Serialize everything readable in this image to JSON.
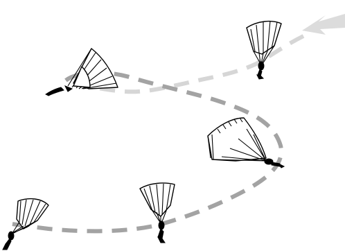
{
  "scene": {
    "description_free": true,
    "colors": {
      "background": "#ffffff",
      "ink": "#000000",
      "path_light": "#d4d4d4",
      "path_dark": "#9a9a9a",
      "arrow": "#d9d9d9"
    },
    "jumpers": [
      {
        "label": "jumper-1-top-right"
      },
      {
        "label": "jumper-2-upper-left-flare"
      },
      {
        "label": "jumper-3-middle-right-flare"
      },
      {
        "label": "jumper-4-bottom-center"
      },
      {
        "label": "jumper-5-bottom-left"
      }
    ]
  }
}
